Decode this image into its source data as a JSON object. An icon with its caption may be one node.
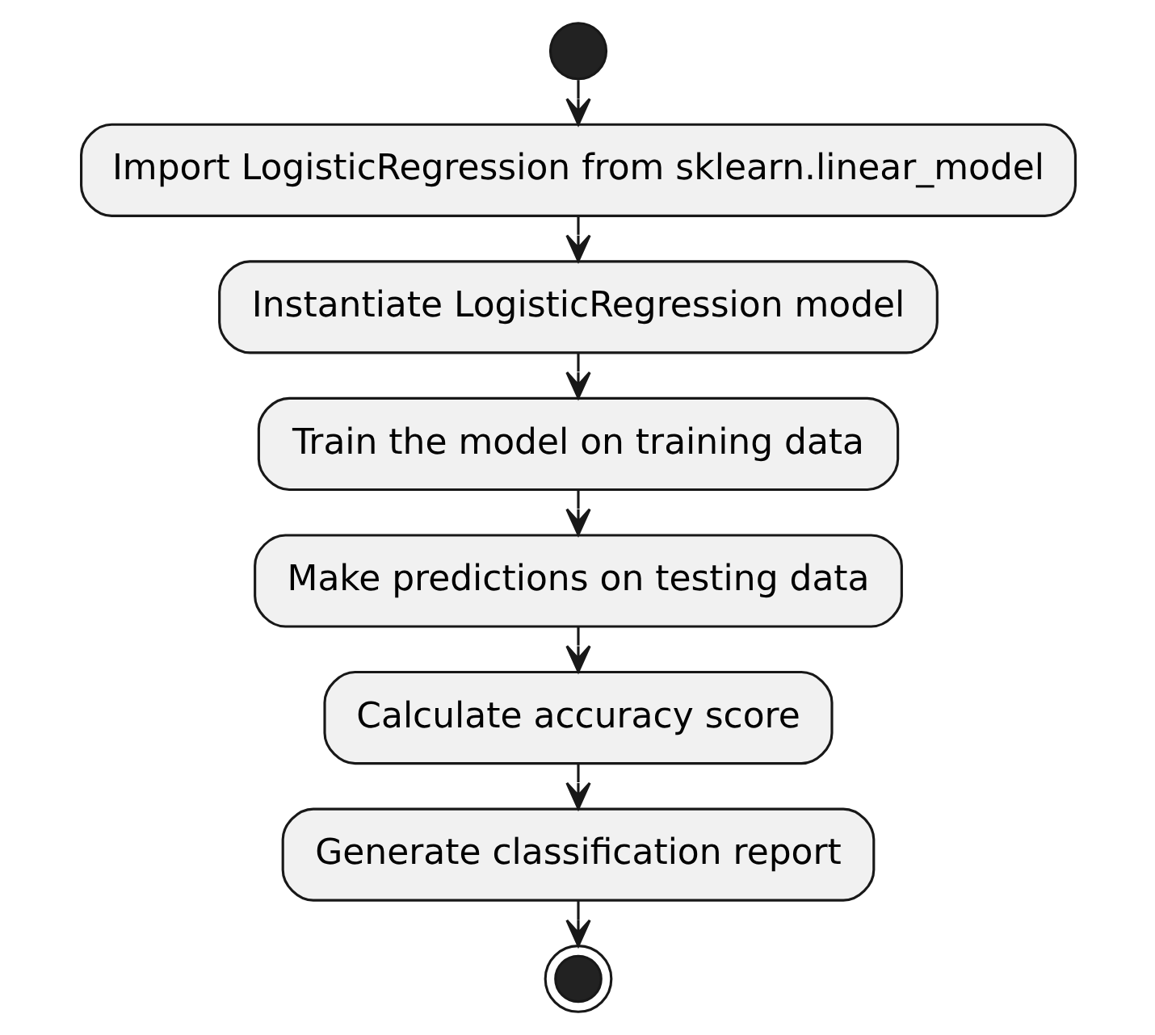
{
  "diagram": {
    "nodes": [
      {
        "text": [],
        "shape": "circle"
      },
      {
        "text": [
          "Import LogisticRegression from sklearn.linear_model"
        ]
      },
      {
        "text": [
          "Instantiate LogisticRegression model"
        ]
      },
      {
        "text": [
          "Train the model on training data"
        ]
      },
      {
        "text": [
          "Make predictions on testing data"
        ]
      },
      {
        "text": [
          "Calculate accuracy score"
        ]
      },
      {
        "text": [
          "Generate classification report"
        ]
      },
      {
        "text": [],
        "shape": "circle"
      }
    ],
    "edges": [
      {
        "from": 0,
        "to": 1,
        "arrow": "to"
      },
      {
        "from": 1,
        "to": 2,
        "arrow": "to"
      },
      {
        "from": 2,
        "to": 3,
        "arrow": "to"
      },
      {
        "from": 3,
        "to": 4,
        "arrow": "to"
      },
      {
        "from": 4,
        "to": 5,
        "arrow": "to"
      },
      {
        "from": 5,
        "to": 6,
        "arrow": "to"
      },
      {
        "from": 6,
        "to": 7,
        "arrow": "to"
      }
    ]
  }
}
